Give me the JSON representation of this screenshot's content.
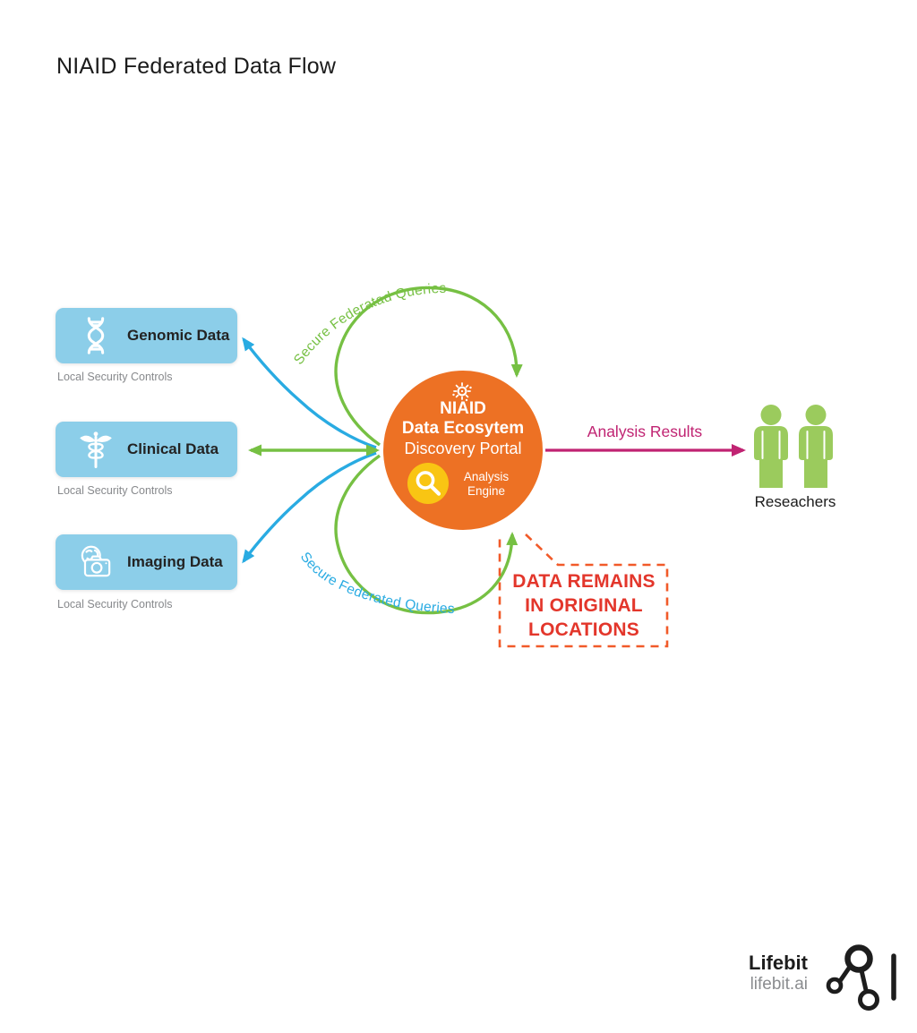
{
  "title": "NIAID Federated Data Flow",
  "sources": [
    {
      "label": "Genomic Data",
      "icon": "dna-icon",
      "sublabel": "Local Security Controls"
    },
    {
      "label": "Clinical Data",
      "icon": "caduceus-icon",
      "sublabel": "Local Security Controls"
    },
    {
      "label": "Imaging Data",
      "icon": "imaging-icon",
      "sublabel": "Local Security Controls"
    }
  ],
  "portal": {
    "icon": "virus-icon",
    "line1": "NIAID",
    "line2": "Data Ecosytem",
    "line3": "Discovery Portal",
    "engine": {
      "icon": "magnifier-icon",
      "label_line1": "Analysis",
      "label_line2": "Engine"
    }
  },
  "arrows": {
    "top_query_label": "Secure Federatad Queries",
    "bottom_query_label": "Secure Federated Queries",
    "results_label": "Analysis Results"
  },
  "callout": {
    "line1": "DATA REMAINS",
    "line2": "IN ORIGINAL",
    "line3": "LOCATIONS"
  },
  "researchers": {
    "label": "Reseachers"
  },
  "footer": {
    "brand": "Lifebit",
    "domain": "lifebit.ai"
  },
  "colors": {
    "source_box": "#8CCEE9",
    "portal_orange": "#ED7124",
    "engine_yellow": "#F9C513",
    "query_green": "#76C043",
    "query_cyan": "#29ABE2",
    "results_magenta": "#C02372",
    "callout_border": "#F15A29",
    "callout_text": "#E3362B",
    "researcher_green": "#9BCB5D"
  }
}
